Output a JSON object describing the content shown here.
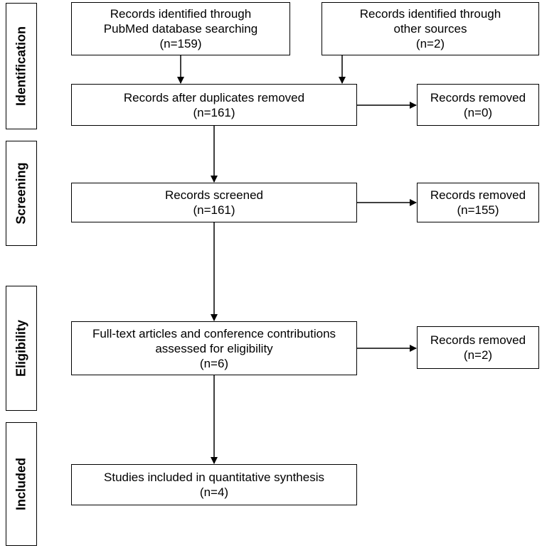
{
  "phases": [
    {
      "label": "Identification"
    },
    {
      "label": "Screening"
    },
    {
      "label": "Eligibility"
    },
    {
      "label": "Included"
    }
  ],
  "boxes": {
    "pubmed": {
      "lines": [
        "Records identified through",
        "PubMed database searching",
        "(n=159)"
      ]
    },
    "other_sources": {
      "lines": [
        "Records identified through",
        "other sources",
        "(n=2)"
      ]
    },
    "after_duplicates": {
      "lines": [
        "Records after duplicates removed",
        "(n=161)"
      ]
    },
    "removed_duplicates": {
      "lines": [
        "Records removed",
        "(n=0)"
      ]
    },
    "screened": {
      "lines": [
        "Records screened",
        "(n=161)"
      ]
    },
    "removed_screening": {
      "lines": [
        "Records removed",
        "(n=155)"
      ]
    },
    "eligibility": {
      "lines": [
        "Full-text articles and conference contributions",
        "assessed for eligibility",
        "(n=6)"
      ]
    },
    "removed_eligibility": {
      "lines": [
        "Records removed",
        "(n=2)"
      ]
    },
    "included": {
      "lines": [
        "Studies included in quantitative synthesis",
        "(n=4)"
      ]
    }
  }
}
